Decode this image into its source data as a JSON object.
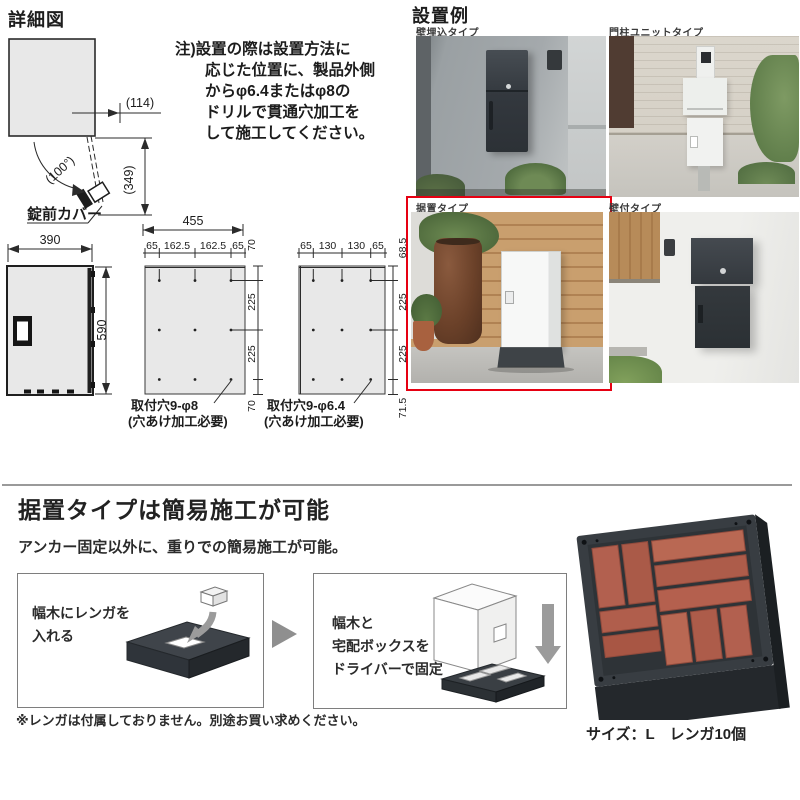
{
  "detail": {
    "title": "詳細図",
    "note": "注)設置の際は設置方法に\n応じた位置に、製品外側\nからφ6.4またはφ8の\nドリルで貫通穴加工を\nして施工してください。",
    "lock_cover_label": "錠前カバー",
    "dims": {
      "door_offset": "(114)",
      "door_angle": "(100°)",
      "door_depth": "(349)",
      "back_width": "455",
      "front_width": "390",
      "front_height": "590",
      "back_cols": [
        "65",
        "162.5",
        "162.5",
        "65"
      ],
      "back_rows": [
        "70",
        "225",
        "225",
        "70"
      ],
      "side_cols": [
        "65",
        "130",
        "130",
        "65"
      ],
      "side_rows": [
        "68.5",
        "225",
        "225",
        "71.5"
      ],
      "back_hole_label": "取付穴9-φ8",
      "back_hole_note": "(穴あけ加工必要)",
      "side_hole_label": "取付穴9-φ6.4",
      "side_hole_note": "(穴あけ加工必要)"
    }
  },
  "examples": {
    "title": "設置例",
    "highlight_color": "#e60012",
    "items": [
      {
        "label": "壁埋込タイプ"
      },
      {
        "label": "門柱ユニットタイプ"
      },
      {
        "label": "据置タイプ",
        "highlighted": true
      },
      {
        "label": "壁付タイプ"
      }
    ]
  },
  "feature": {
    "heading": "据置タイプは簡易施工が可能",
    "lead": "アンカー固定以外に、重りでの簡易施工が可能。",
    "steps": [
      {
        "text": "幅木にレンガを\n入れる"
      },
      {
        "text": "幅木と\n宅配ボックスを\nドライバーで固定"
      }
    ],
    "note": "※レンガは付属しておりません。別途お買い求めください。",
    "base_caption": "サイズ：L　レンガ10個"
  }
}
